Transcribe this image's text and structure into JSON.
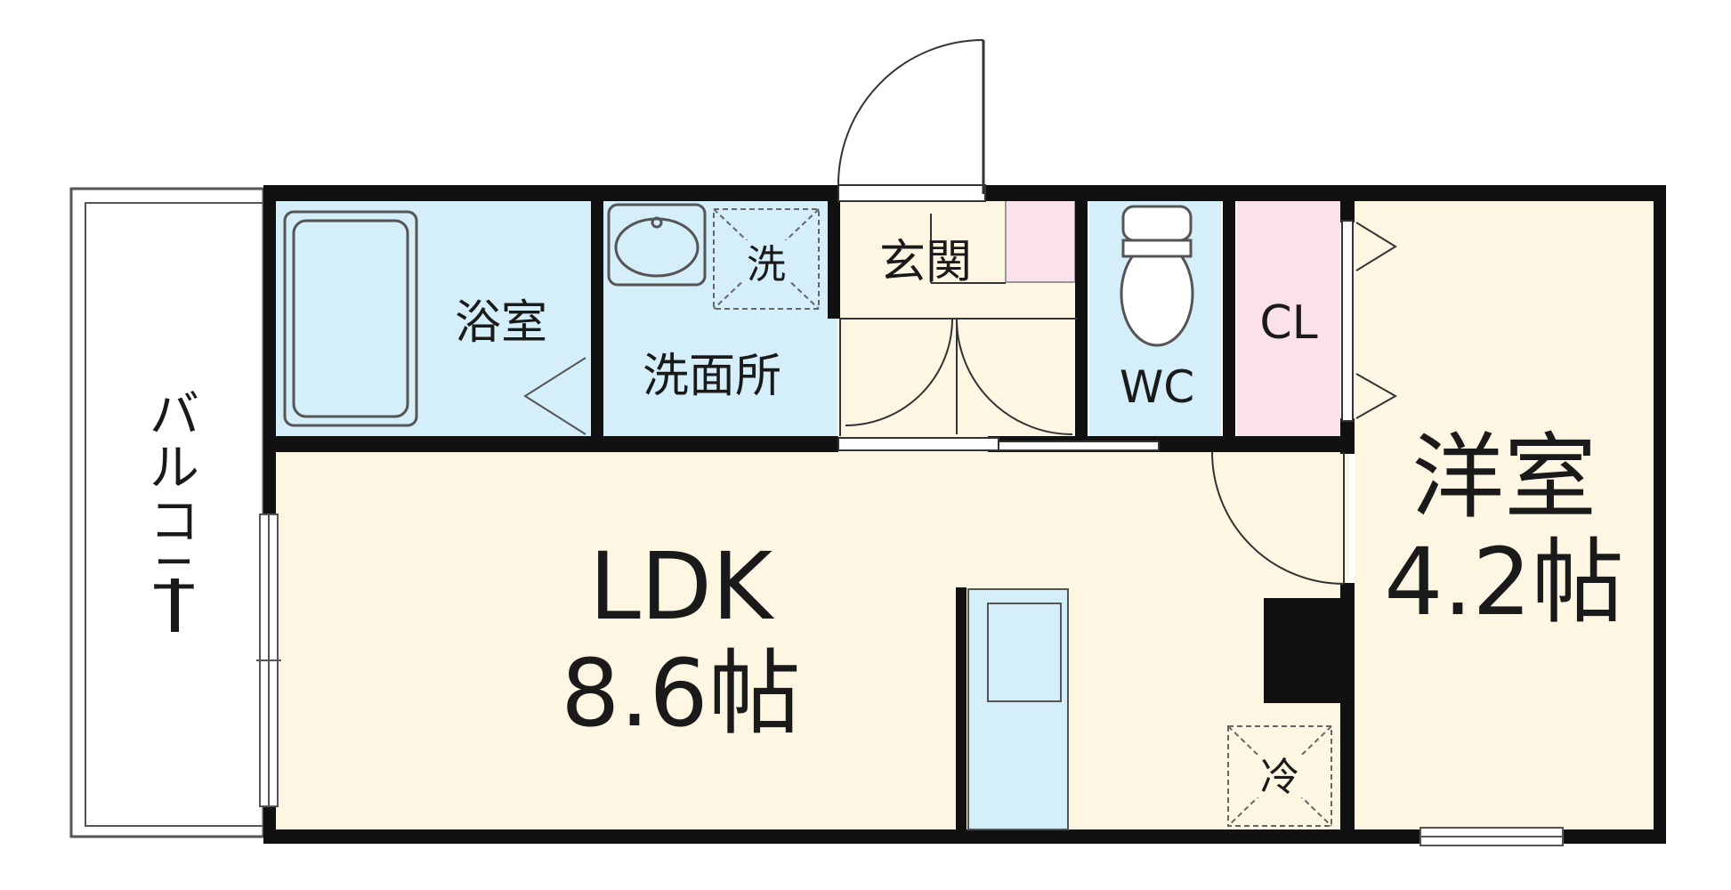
{
  "rooms": {
    "balcony": "バルコニー",
    "bath": "浴室",
    "washroom": "洗面所",
    "washer": "洗",
    "entrance": "玄関",
    "wc": "WC",
    "closet": "CL",
    "ldk_name": "LDK",
    "ldk_size": "8.6帖",
    "western_name": "洋室",
    "western_size": "4.2帖",
    "fridge": "冷"
  },
  "colors": {
    "wall": "#111111",
    "wet_area": "#d4eefa",
    "living_floor": "#fdf6e3",
    "closet": "#fbe1eb",
    "balcony": "#ffffff"
  }
}
